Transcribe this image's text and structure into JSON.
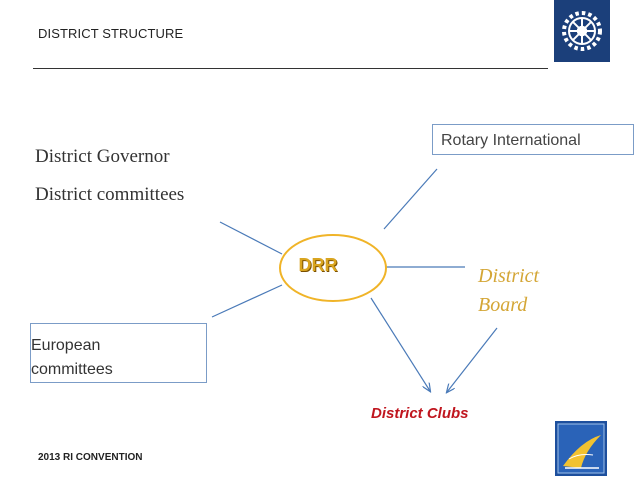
{
  "header": {
    "title": "DISTRICT STRUCTURE"
  },
  "left": {
    "governor": "District Governor",
    "committees": "District committees"
  },
  "nodes": {
    "center": "DRR",
    "rotary": "Rotary International",
    "european_line1": "European",
    "european_line2": "committees",
    "board_line1": "District",
    "board_line2": "Board",
    "clubs": "District Clubs"
  },
  "footer": {
    "text": "2013 RI CONVENTION"
  },
  "logos": {
    "top": "rotary-wheel-icon",
    "bottom": "lisboa-convention-logo-icon"
  },
  "colors": {
    "connector": "#4a7ab8",
    "center_outline": "#f0b428",
    "center_text": "#d9a520",
    "board": "#d4a636",
    "clubs": "#c0161f",
    "box_border": "#7b9cc7",
    "logo_blue": "#1b3f7a"
  }
}
